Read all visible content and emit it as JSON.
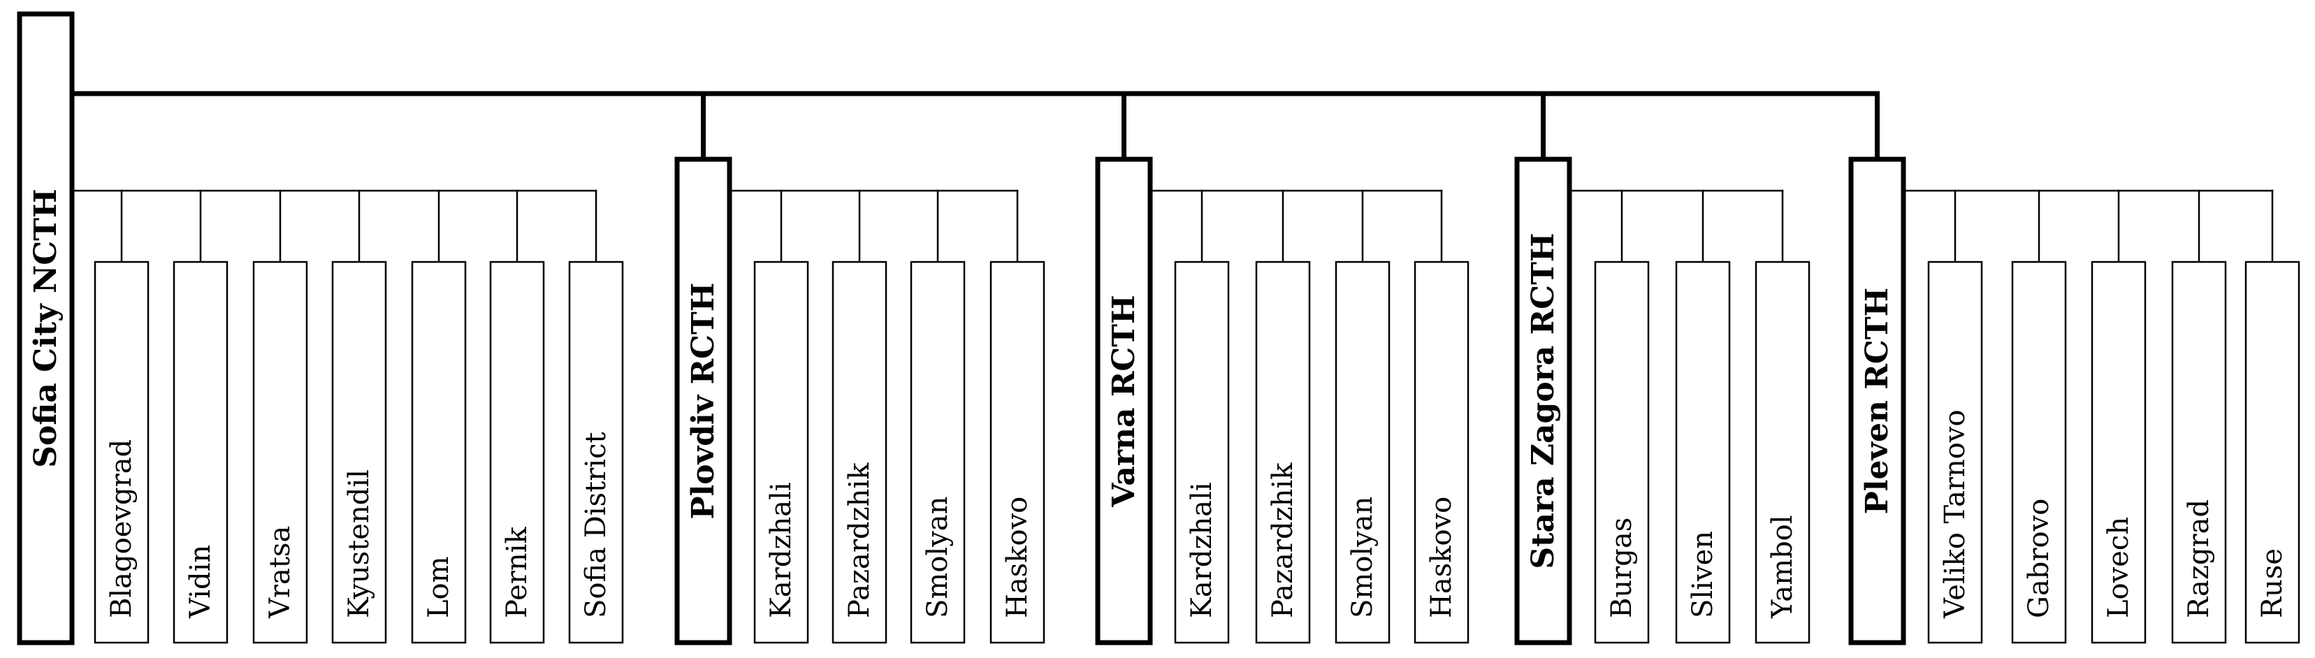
{
  "root": {
    "label": "Sofia City NCTH"
  },
  "groups": [
    {
      "id": "sofia",
      "hub": null,
      "children": [
        "Blagoevgrad",
        "Vidin",
        "Vratsa",
        "Kyustendil",
        "Lom",
        "Pernik",
        "Sofia District"
      ]
    },
    {
      "id": "plovdiv",
      "hub": "Plovdiv RCTH",
      "children": [
        "Kardzhali",
        "Pazardzhik",
        "Smolyan",
        "Haskovo"
      ]
    },
    {
      "id": "varna",
      "hub": "Varna RCTH",
      "children": [
        "Kardzhali",
        "Pazardzhik",
        "Smolyan",
        "Haskovo"
      ]
    },
    {
      "id": "stara-zagora",
      "hub": "Stara Zagora RCTH",
      "children": [
        "Burgas",
        "Sliven",
        "Yambol"
      ]
    },
    {
      "id": "pleven",
      "hub": "Pleven RCTH",
      "children": [
        "Veliko Tarnovo",
        "Gabrovo",
        "Lovech",
        "Razgrad",
        "Ruse"
      ]
    }
  ]
}
